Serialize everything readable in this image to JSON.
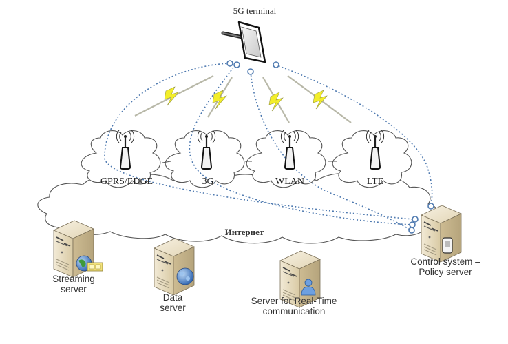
{
  "diagram": {
    "terminal": {
      "label": "5G terminal",
      "icon": "tablet-terminal-icon"
    },
    "internet": {
      "label": "Интернет"
    },
    "access_networks": [
      {
        "id": "gprs",
        "label": "GPRS/EDGE",
        "icon": "antenna-tower-icon"
      },
      {
        "id": "3g",
        "label": "3G",
        "icon": "antenna-tower-icon"
      },
      {
        "id": "wlan",
        "label": "WLAN",
        "icon": "antenna-tower-icon"
      },
      {
        "id": "lte",
        "label": "LTE",
        "icon": "antenna-tower-icon"
      }
    ],
    "servers": [
      {
        "id": "streaming",
        "label_lines": [
          "Streaming",
          "server"
        ],
        "badge_icon": "globe-media-icon"
      },
      {
        "id": "data",
        "label_lines": [
          "Data",
          "server"
        ],
        "badge_icon": "globe-icon"
      },
      {
        "id": "realtime",
        "label_lines": [
          "Server for Real-Time",
          "communication"
        ],
        "badge_icon": "user-icon"
      },
      {
        "id": "policy",
        "label_lines": [
          "Control system –",
          "Policy server"
        ],
        "badge_icon": "mobile-phone-icon"
      }
    ],
    "colors": {
      "link": "#4f7ab0",
      "bolt": "#f3ee2a",
      "server_body": "#e8dcc0"
    }
  }
}
